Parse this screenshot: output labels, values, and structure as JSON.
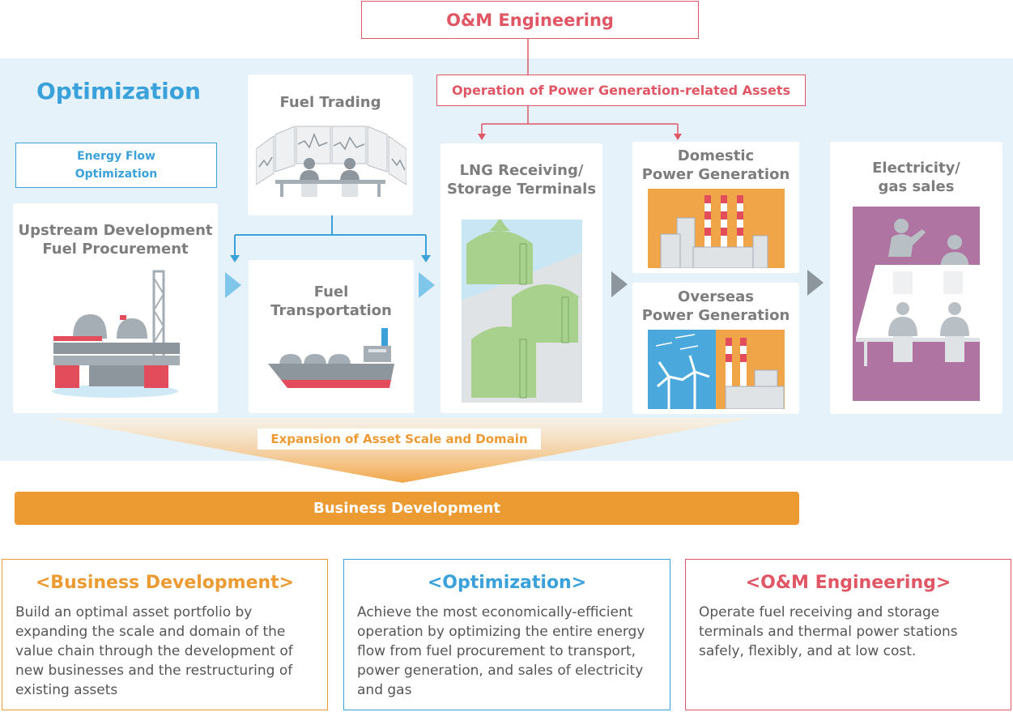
{
  "om_engineering": {
    "label": "O&M Engineering"
  },
  "operation_assets": {
    "label": "Operation of Power Generation-related Assets"
  },
  "optimization": {
    "title": "Optimization",
    "energy_flow": {
      "line1": "Energy Flow",
      "line2": "Optimization"
    }
  },
  "cards": {
    "upstream": {
      "line1": "Upstream Development",
      "line2": "Fuel Procurement"
    },
    "fuel_trading": {
      "line1": "Fuel Trading"
    },
    "fuel_transport": {
      "line1": "Fuel",
      "line2": "Transportation"
    },
    "lng": {
      "line1": "LNG Receiving/",
      "line2": "Storage Terminals"
    },
    "domestic": {
      "line1": "Domestic",
      "line2": "Power Generation"
    },
    "overseas": {
      "line1": "Overseas",
      "line2": "Power Generation"
    },
    "sales": {
      "line1": "Electricity/",
      "line2": "gas sales"
    }
  },
  "expansion": {
    "label": "Expansion of Asset Scale and Domain"
  },
  "business_development": {
    "label": "Business Development"
  },
  "descriptions": {
    "business_development": {
      "heading": "<Business Development>",
      "body": "Build an optimal asset portfolio by expanding the scale and domain of the value chain through the development of new businesses and the restructuring of existing assets"
    },
    "optimization": {
      "heading": "<Optimization>",
      "body": "Achieve the most economically-efficient operation by optimizing the entire energy flow from fuel procurement to transport, power generation, and sales of electricity and gas"
    },
    "om_engineering": {
      "heading": "<O&M Engineering>",
      "body": "Operate fuel receiving and storage terminals and thermal power stations safely, flexibly, and at low cost."
    }
  },
  "colors": {
    "om_red": "#e05664",
    "optimization_blue": "#3aa1da",
    "business_orange": "#ec9a32",
    "panel_bg": "#e6f2f9",
    "card_text_gray": "#7d7d7d"
  }
}
